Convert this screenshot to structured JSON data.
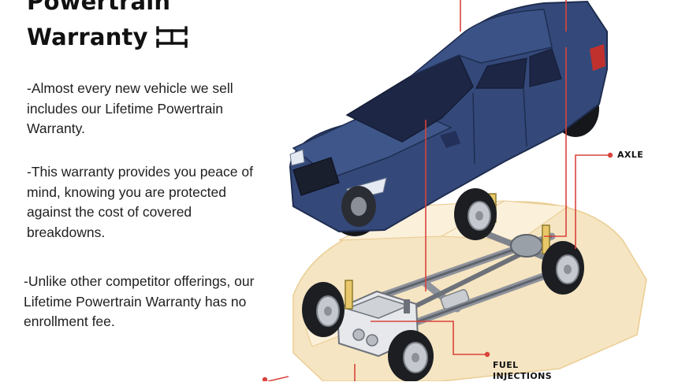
{
  "heading": {
    "line1": "Powertrain",
    "line2": "Warranty",
    "icon": "drivetrain-icon"
  },
  "paragraphs": [
    "-Almost every new vehicle we sell includes our Lifetime Powertrain Warranty.",
    "-This warranty provides you peace of mind, knowing you are protected against the cost of covered breakdowns.",
    "-Unlike other competitor offerings, our Lifetime Powertrain Warranty has no enrollment fee."
  ],
  "callouts": {
    "axle": "AXLE",
    "fuel_injections": "FUEL INJECTIONS"
  },
  "colors": {
    "car_body": "#34497a",
    "chassis_ghost": "#f6e3bd",
    "callout_line": "#d9433d",
    "heading_text": "#111111"
  }
}
